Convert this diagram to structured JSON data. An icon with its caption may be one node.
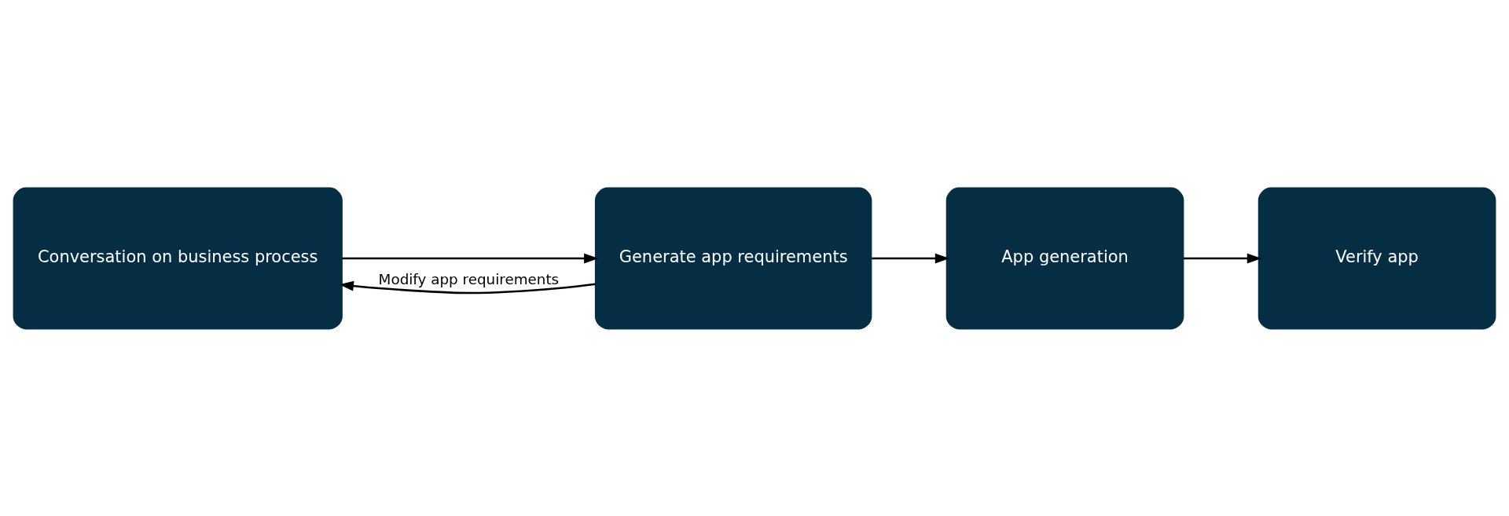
{
  "diagram": {
    "nodes": [
      {
        "text": [
          "Conversation on business process"
        ]
      },
      {
        "text": [
          "Generate app requirements"
        ]
      },
      {
        "text": [
          "App generation"
        ]
      },
      {
        "text": [
          "Verify app"
        ]
      }
    ],
    "edges": [
      {
        "from": 0,
        "to": 1,
        "arrow": "to"
      },
      {
        "from": 1,
        "to": 2,
        "arrow": "to"
      },
      {
        "from": 2,
        "to": 3,
        "arrow": "to"
      },
      {
        "from": 1,
        "to": 0,
        "arrow": "to",
        "label": "Modify app requirements"
      }
    ]
  }
}
